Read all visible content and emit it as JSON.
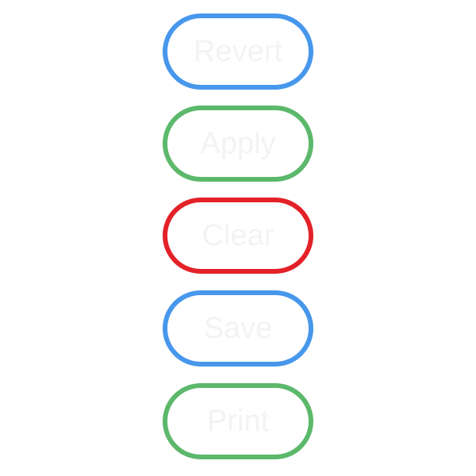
{
  "buttons": [
    {
      "label": "Revert",
      "color": "#4797ec"
    },
    {
      "label": "Apply",
      "color": "#5cb86b"
    },
    {
      "label": "Clear",
      "color": "#e32128"
    },
    {
      "label": "Save",
      "color": "#4797ec"
    },
    {
      "label": "Print",
      "color": "#5cb86b"
    }
  ]
}
